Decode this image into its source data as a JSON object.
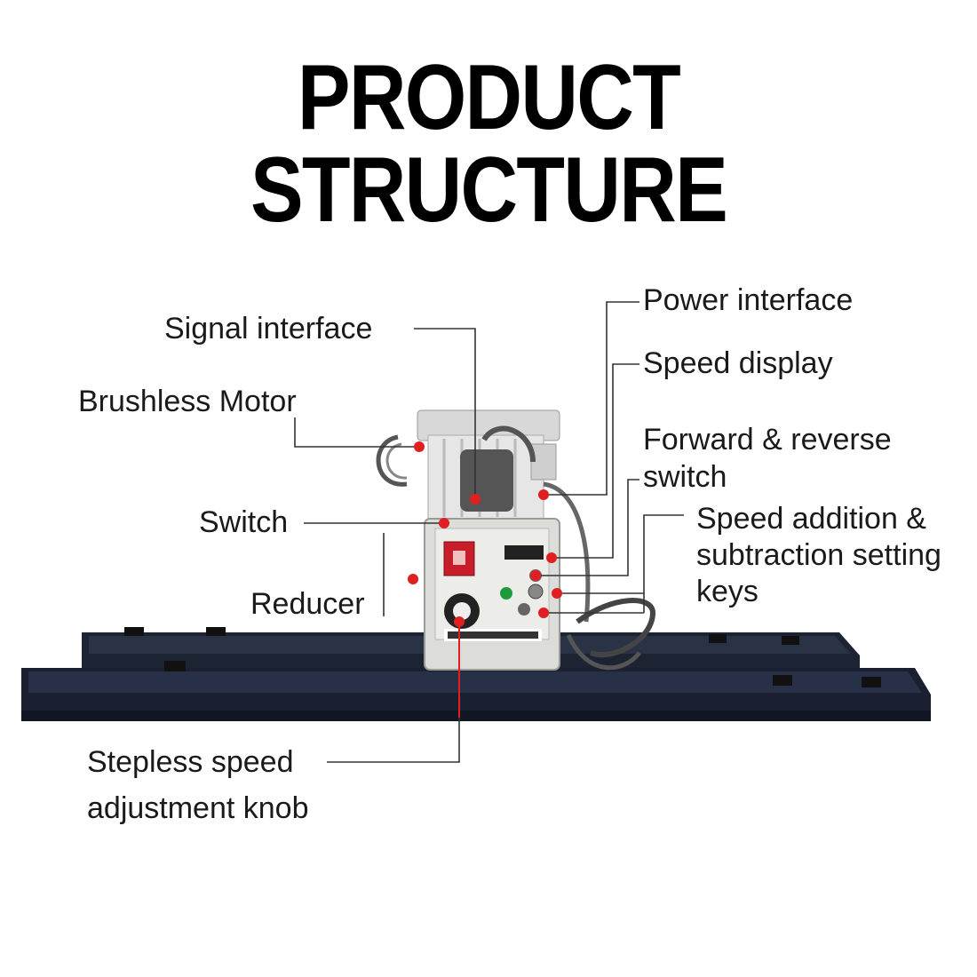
{
  "title": "PRODUCT STRUCTURE",
  "labels": {
    "signal_interface": "Signal interface",
    "brushless_motor": "Brushless Motor",
    "switch": "Switch",
    "reducer": "Reducer",
    "stepless_line1": "Stepless speed",
    "stepless_line2": "adjustment knob",
    "power_interface": "Power interface",
    "speed_display": "Speed display",
    "forward_line1": "Forward & reverse",
    "forward_line2": "switch",
    "speed_add_line1": "Speed addition &",
    "speed_add_line2": "subtraction setting",
    "speed_add_line3": "keys"
  },
  "colors": {
    "marker": "#e02020",
    "frame": "#1c2333",
    "panel": "#dcdcd8",
    "leader": "#333333"
  }
}
